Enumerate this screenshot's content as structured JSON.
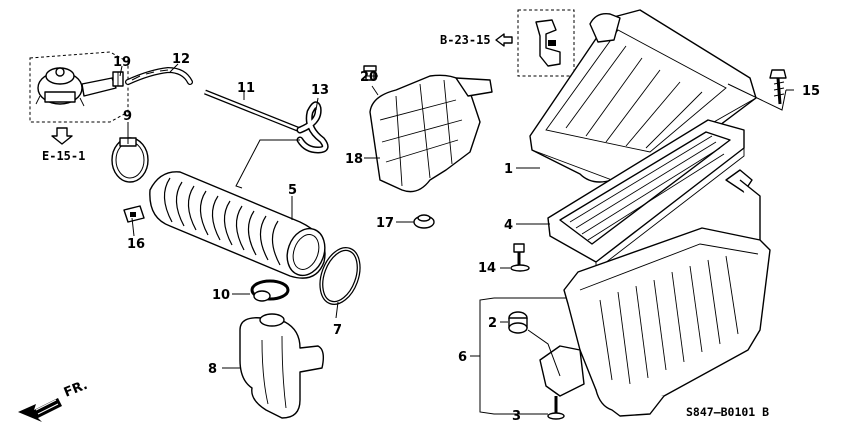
{
  "diagram": {
    "callouts": {
      "n1": "1",
      "n2": "2",
      "n3": "3",
      "n4": "4",
      "n5": "5",
      "n6": "6",
      "n7": "7",
      "n8": "8",
      "n9": "9",
      "n10": "10",
      "n11": "11",
      "n12": "12",
      "n13": "13",
      "n14": "14",
      "n15": "15",
      "n16": "16",
      "n17": "17",
      "n18": "18",
      "n19": "19",
      "n20": "20"
    },
    "references": {
      "b_23_15": "B-23-15",
      "e_15_1": "E-15-1"
    },
    "direction_label": "FR.",
    "diagram_code": "S847—B0101 B"
  }
}
